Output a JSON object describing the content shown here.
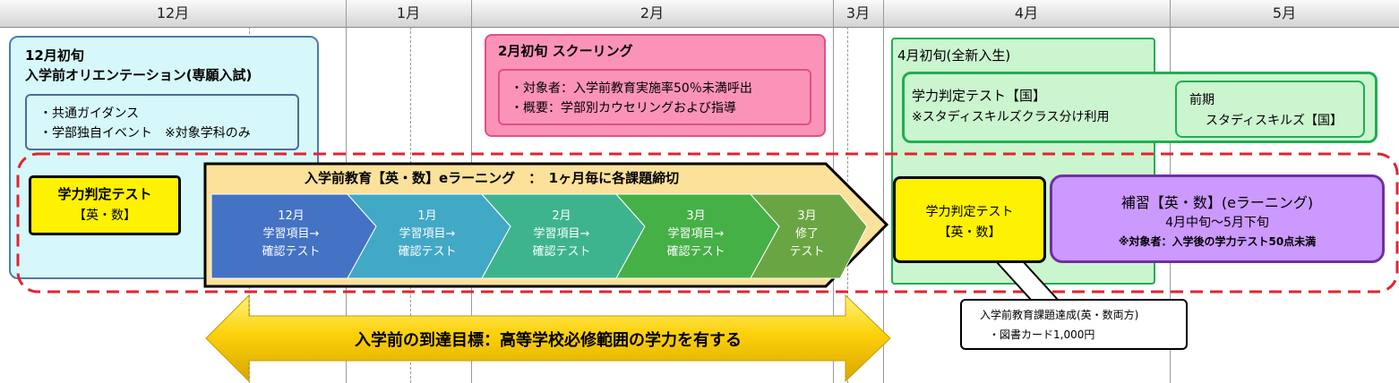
{
  "months": [
    "12月",
    "1月",
    "2月",
    "3月",
    "4月",
    "5月"
  ],
  "december_orientation": {
    "title_line1": "12月初旬",
    "title_line2": "入学前オリエンテーション(専願入試)",
    "items": [
      "・共通ガイダンス",
      "・学部独自イベント　※対象学科のみ"
    ]
  },
  "schooling": {
    "title": "2月初旬 スクーリング",
    "items": [
      "・対象者：入学前教育実施率50％未満呼出",
      "・概要：学部別カウセリングおよび指導"
    ]
  },
  "april": {
    "title": "4月初旬(全新入生)",
    "test_line1": "学力判定テスト【国】",
    "test_line2": "※スタディスキルズクラス分け利用",
    "zenki_line1": "前期",
    "zenki_line2": "スタディスキルズ【国】"
  },
  "placement_test_dec": {
    "line1": "学力判定テスト",
    "line2": "【英・数】"
  },
  "elearning": {
    "header": "入学前教育【英・数】eラーニング　：　1ヶ月毎に各課題締切",
    "steps": [
      {
        "month": "12月",
        "line2": "学習項目→",
        "line3": "確認テスト",
        "color": "#4472c4"
      },
      {
        "month": "1月",
        "line2": "学習項目→",
        "line3": "確認テスト",
        "color": "#41a8c6"
      },
      {
        "month": "2月",
        "line2": "学習項目→",
        "line3": "確認テスト",
        "color": "#3db48e"
      },
      {
        "month": "3月",
        "line2": "学習項目→",
        "line3": "確認テスト",
        "color": "#45b046"
      },
      {
        "month": "3月",
        "line2": "修了",
        "line3": "テスト",
        "color": "#6aa543"
      }
    ]
  },
  "placement_test_apr": {
    "line1": "学力判定テスト",
    "line2": "【英・数】"
  },
  "hoshu": {
    "line1": "補習【英・数】(eラーニング)",
    "line2": "4月中旬～5月下旬",
    "line3": "※対象者：入学後の学力テスト50点未満"
  },
  "callout": {
    "line1": "入学前教育課題達成(英・数両方)",
    "line2": "・図書カード1,000円"
  },
  "goal": "入学前の到達目標：高等学校必修範囲の学力を有する"
}
